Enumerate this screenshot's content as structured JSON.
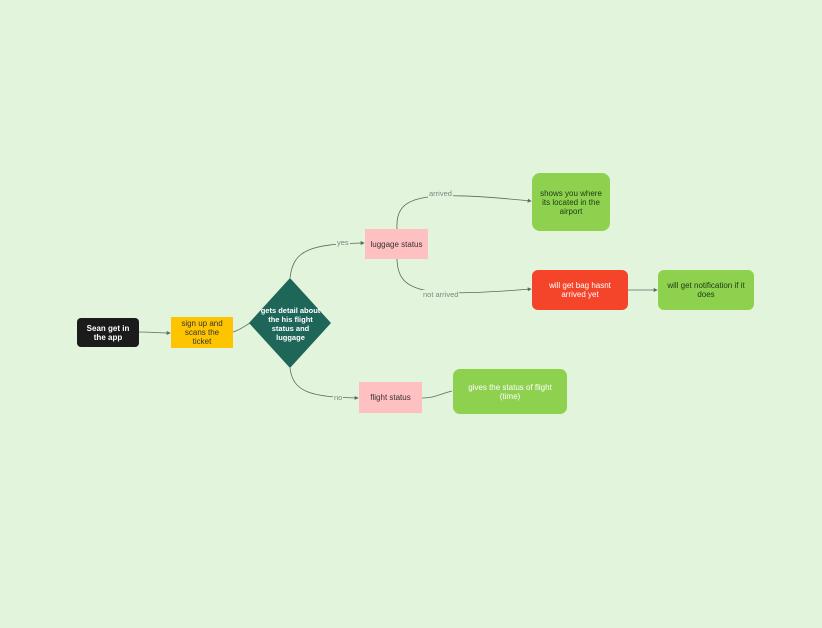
{
  "nodes": {
    "start": "Sean get in the app",
    "signup": "sign up and scans the ticket",
    "decision": "gets detail about the his flight status and luggage",
    "luggage_status": "luggage status",
    "flight_status": "flight status",
    "located": "shows you where its located in the airport",
    "not_arrived": "will get bag hasnt arrived yet",
    "notify": "will get notification if it does",
    "flight_info": "gives the status of flight (time)"
  },
  "edges": {
    "yes_label": "yes",
    "no_label": "no",
    "arrived_label": "arrived",
    "not_arrived_label": "not arrived"
  },
  "colors": {
    "background": "#e2f4dc",
    "start": "#1b1b1b",
    "signup": "#ffc400",
    "decision": "#1e6658",
    "status": "#ffc0c2",
    "positive": "#8dd14f",
    "negative": "#f4442a",
    "edge": "#5a6a62"
  }
}
